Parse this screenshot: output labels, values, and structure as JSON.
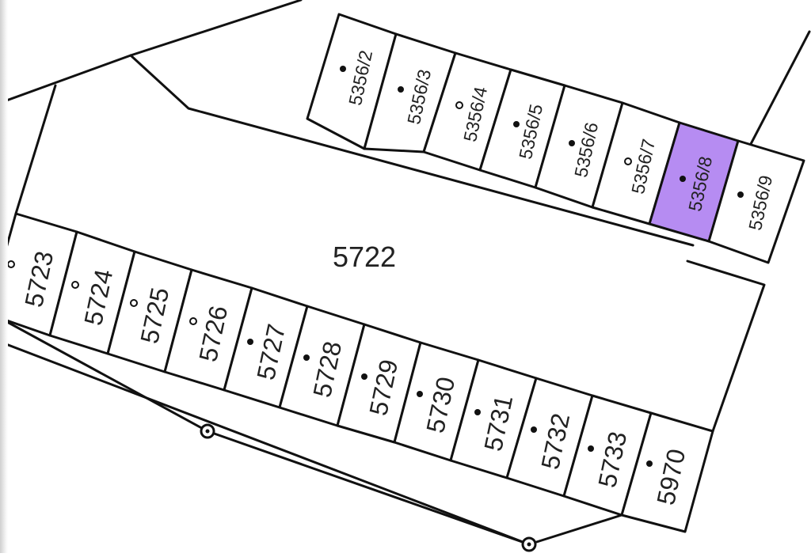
{
  "map": {
    "highlight_color": "#b68cf2",
    "line_color": "#111111",
    "background": "#ffffff",
    "parcels": {
      "big": "5722",
      "p5356_2": "5356/2",
      "p5356_3": "5356/3",
      "p5356_4": "5356/4",
      "p5356_5": "5356/5",
      "p5356_6": "5356/6",
      "p5356_7": "5356/7",
      "p5356_8": "5356/8",
      "p5356_9": "5356/9",
      "p5723": "5723",
      "p5724": "5724",
      "p5725": "5725",
      "p5726": "5726",
      "p5727": "5727",
      "p5728": "5728",
      "p5729": "5729",
      "p5730": "5730",
      "p5731": "5731",
      "p5732": "5732",
      "p5733": "5733",
      "p5970": "5970"
    },
    "selected_parcel": "5356/8"
  }
}
